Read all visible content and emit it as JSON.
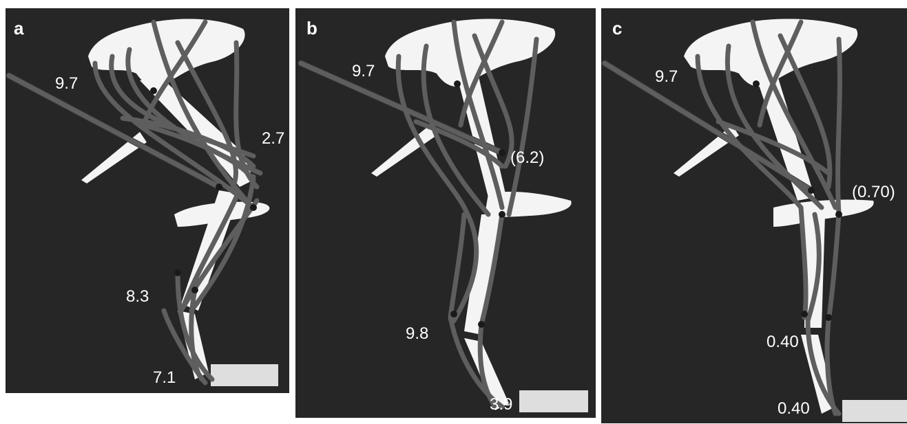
{
  "panels": [
    {
      "label": "a",
      "values": [
        "9.7",
        "2.7",
        "8.3",
        "7.1"
      ]
    },
    {
      "label": "b",
      "values": [
        "9.7",
        "(6.2)",
        "9.8",
        "3.9"
      ]
    },
    {
      "label": "c",
      "values": [
        "9.7",
        "(0.70)",
        "0.40",
        "0.40"
      ]
    }
  ],
  "colors": {
    "background": "#262626",
    "bone": "#f4f4f4",
    "muscle_tube": "#5e5e5e"
  }
}
